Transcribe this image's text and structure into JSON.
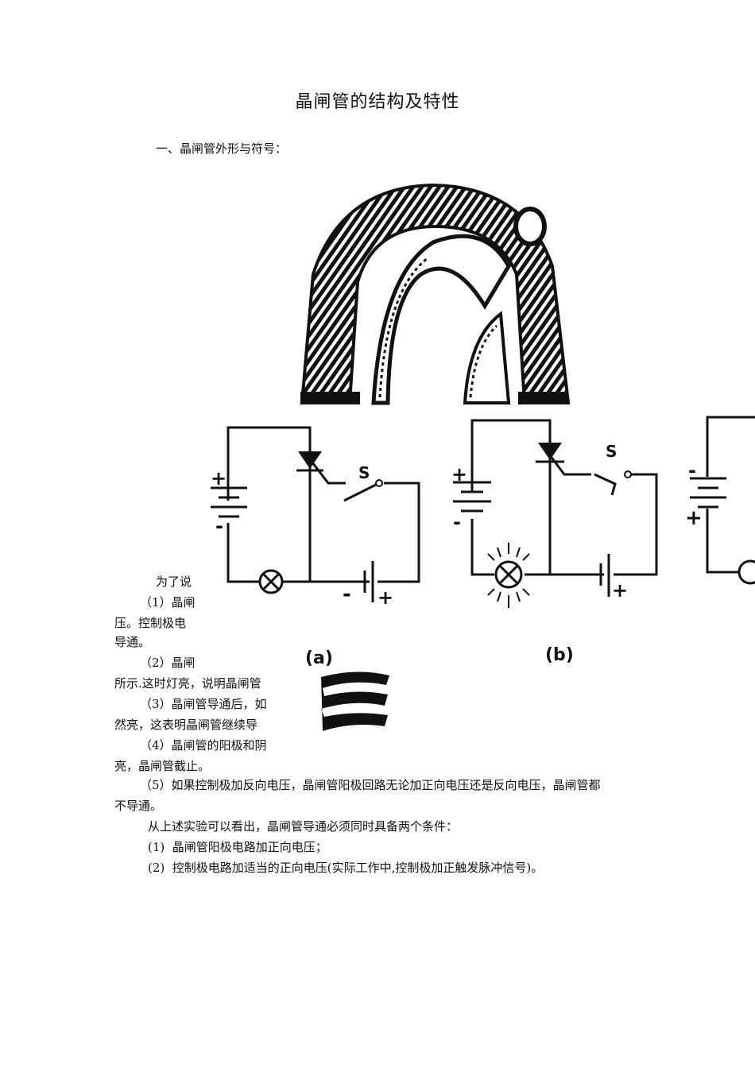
{
  "document": {
    "title": "晶闸管的结构及特性",
    "section_heading": "一、晶闸管外形与符号：",
    "intro_fragment": "为了说",
    "items_partial": [
      {
        "line1": "（1）晶闸",
        "line2": "压。控制极电",
        "line3": "导通。"
      },
      {
        "line1": "（2）晶闸",
        "line2": "所示.这时灯亮，说明晶闸管"
      },
      {
        "line1": "（3）晶闸管导通后，如",
        "line2": "然亮，这表明晶闸管继续导"
      },
      {
        "line1": "（4）晶闸管的阳极和阴",
        "line2": "亮，晶闸管截止。"
      }
    ],
    "item5_line1": "（5）如果控制极加反向电压，晶闸管阳极回路无论加正向电压还是反向电压，晶闸管都",
    "item5_line2": "不导通。",
    "conclusion": "从上述实验可以看出，晶闸管导通必须同时具备两个条件：",
    "conditions": [
      {
        "num": "(1)",
        "text": "晶闸管阳极电路加正向电压；"
      },
      {
        "num": "(2)",
        "text": "控制极电路加适当的正向电压(实际工作中,控制极加正触发脉冲信号)。"
      }
    ]
  },
  "figures": {
    "circuit_a_label": "(a)",
    "circuit_b_label": "(b)",
    "switch_label": "S",
    "plus": "+",
    "minus": "-"
  }
}
